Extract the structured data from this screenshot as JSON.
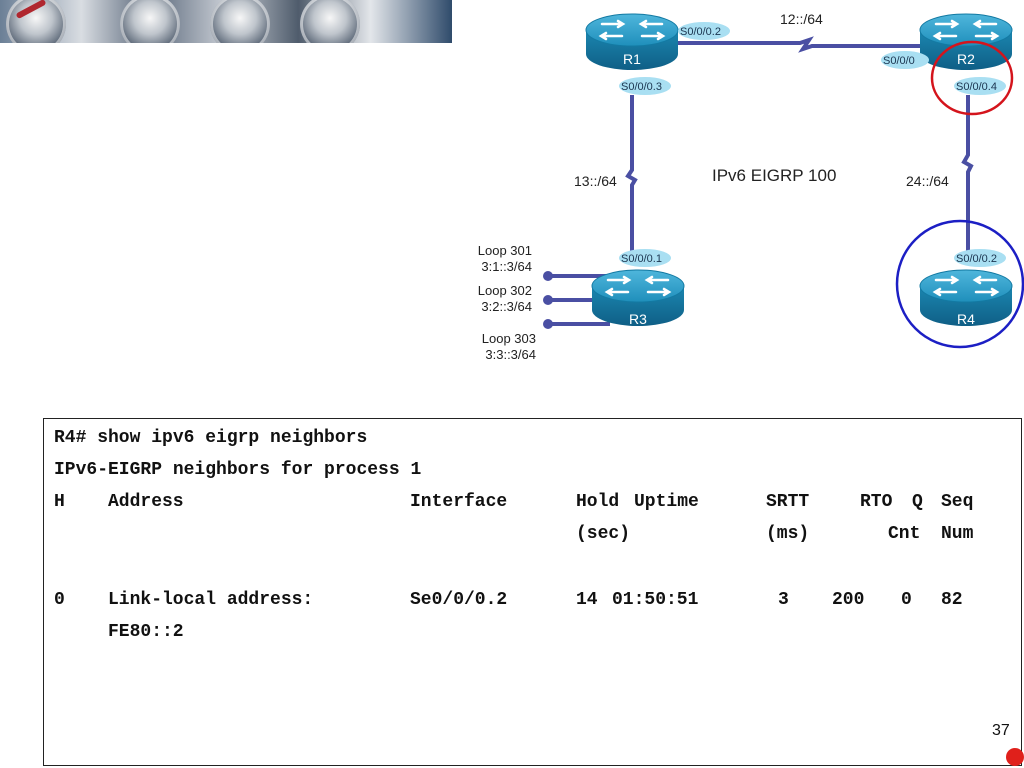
{
  "topology": {
    "title": "IPv6 EIGRP 100",
    "routers": {
      "r1": {
        "name": "R1"
      },
      "r2": {
        "name": "R2"
      },
      "r3": {
        "name": "R3"
      },
      "r4": {
        "name": "R4"
      }
    },
    "interfaces": {
      "r1_s0002": "S0/0/0.2",
      "r1_s0003": "S0/0/0.3",
      "r2_s000": "S0/0/0",
      "r2_s0004": "S0/0/0.4",
      "r3_s0001": "S0/0/0.1",
      "r4_s0002": "S0/0/0.2"
    },
    "links": {
      "r1_r2": "12::/64",
      "r1_r3": "13::/64",
      "r2_r4": "24::/64"
    },
    "loopbacks": [
      {
        "name": "Loop 301",
        "address": "3:1::3/64"
      },
      {
        "name": "Loop 302",
        "address": "3:2::3/64"
      },
      {
        "name": "Loop 303",
        "address": "3:3::3/64"
      }
    ],
    "colors": {
      "link": "#4a4fa3",
      "router_body": "#1b8fb8",
      "interface_label": "#a9dff2",
      "highlight_red": "#d4141c",
      "highlight_blue": "#1c1fc4"
    }
  },
  "console": {
    "line1": "R4# show ipv6 eigrp neighbors",
    "line2": "IPv6-EIGRP neighbors for process 1",
    "header1": {
      "h": "H",
      "address": "Address",
      "interface": "Interface",
      "hold": "Hold",
      "uptime": "Uptime",
      "srtt": "SRTT",
      "rto": "RTO",
      "q": "Q",
      "seq": "Seq"
    },
    "header2": {
      "sec": "(sec)",
      "ms": "(ms)",
      "cnt": "Cnt",
      "num": "Num"
    },
    "row": {
      "h": "0",
      "address": "Link-local address:",
      "interface": "Se0/0/0.2",
      "hold": "14",
      "uptime": "01:50:51",
      "srtt": "3",
      "rto": "200",
      "q": "0",
      "seq": "82",
      "address_value": "FE80::2"
    }
  },
  "page_number": "37"
}
